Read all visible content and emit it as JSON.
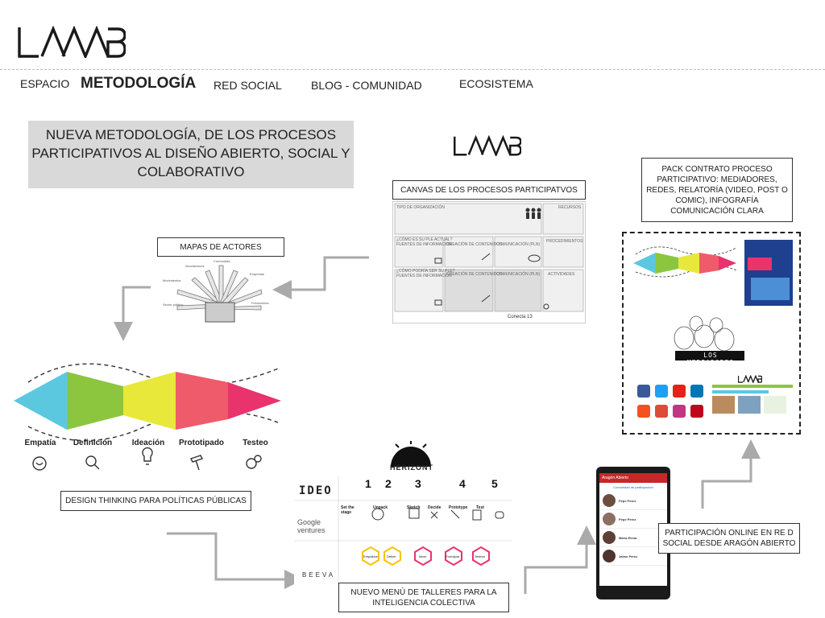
{
  "nav": {
    "items": [
      "ESPACIO",
      "METODOLOGÍA",
      "RED SOCIAL",
      "BLOG -  COMUNIDAD",
      "ECOSISTEMA"
    ]
  },
  "brand": {
    "logo_text": "LAAB"
  },
  "title": "NUEVA METODOLOGÍA, DE LOS PROCESOS PARTICIPATIVOS AL DISEÑO ABIERTO, SOCIAL Y COLABORATIVO",
  "labels": {
    "actores": "MAPAS DE ACTORES",
    "canvas": "CANVAS DE LOS PROCESOS PARTICIPATVOS",
    "pack": "PACK CONTRATO PROCESO PARTICIPATIVO: MEDIADORES, REDES, RELATORÍA (VIDEO, POST O COMIC), INFOGRAFÍA COMUNICACIÓN CLARA",
    "design": "DESIGN THINKING PARA POLÍTICAS PÚBLICAS",
    "talleres": "NUEVO MENÚ DE TALLERES PARA LA INTELIGENCIA COLECTIVA",
    "online": "PARTICIPACIÓN ONLINE EN RE D SOCIAL DESDE ARAGÓN ABIERTO"
  },
  "design_thinking": {
    "steps": [
      "Empatía",
      "Definición",
      "Ideación",
      "Prototipado",
      "Testeo"
    ],
    "colors": [
      "#5bc8e0",
      "#8cc63f",
      "#e8e83a",
      "#ef5b6b",
      "#e8336d"
    ]
  },
  "canvas": {
    "cells": [
      "TIPO DE ORGANIZACIÓN",
      "RECURSOS",
      "¿CÓMO ES SU PLE ACTUAL?",
      "FUENTES DE INFORMACIÓN",
      "CREACIÓN DE CONTENIDOS",
      "COMUNICACIÓN (PLN)",
      "PROCEDIMIENTOS",
      "¿CÓMO PODRÍA SER SU PLE?",
      "FUENTES DE INFORMACIÓN",
      "CREACIÓN DE CONTENIDOS",
      "COMUNICACIÓN (PLN)",
      "ACTIVIDADES"
    ],
    "footer": "Conecta 13"
  },
  "talleres": {
    "brand": "HERIZONT",
    "rows": [
      "IDEO",
      "Google ventures",
      "BEEVA"
    ],
    "cols": [
      "Set the stage",
      "Unpack",
      "Sketch",
      "Decide",
      "Prototype",
      "Test"
    ],
    "beeva_cols": [
      "Empatizar",
      "Definir",
      "Idear",
      "Prototipar",
      "Testear"
    ]
  },
  "mediadores": "LOS MEDIADORES",
  "app": {
    "header": "Aragón Abierto",
    "section": "Comunidad de participación",
    "people": [
      "Pepe Pérez",
      "Pepe Pérez",
      "María Elena",
      "Jaime Pérez"
    ]
  },
  "social_colors": [
    "#3b5998",
    "#1da1f2",
    "#e62117",
    "#0077b5",
    "#f4511e",
    "#dd4b39",
    "#c13584",
    "#bd081c"
  ]
}
